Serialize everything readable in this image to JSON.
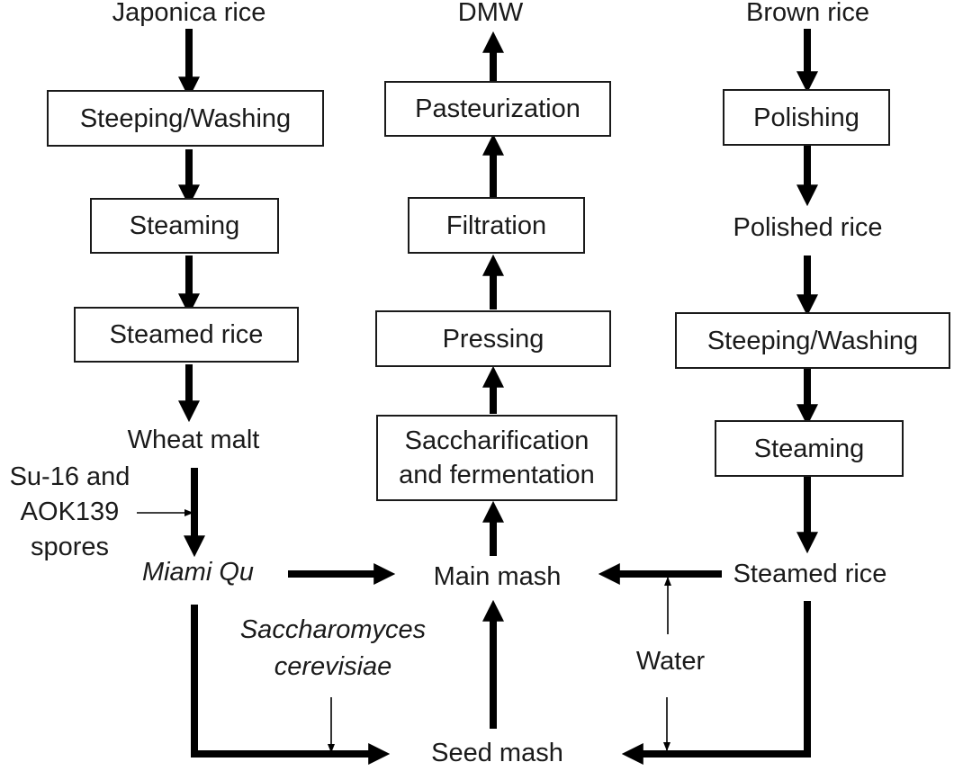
{
  "left_column": {
    "start": "Japonica rice",
    "step1": "Steeping/Washing",
    "step2": "Steaming",
    "step3": "Steamed rice",
    "step4": "Wheat malt",
    "inoculum_line1": "Su-16 and",
    "inoculum_line2": "AOK139",
    "inoculum_line3": "spores",
    "product": "Miami Qu"
  },
  "center_column": {
    "output": "DMW",
    "step_pasteurization": "Pasteurization",
    "step_filtration": "Filtration",
    "step_pressing": "Pressing",
    "step_sacch_line1": "Saccharification",
    "step_sacch_line2": "and fermentation",
    "main_mash": "Main mash",
    "seed_mash": "Seed mash",
    "yeast_line1": "Saccharomyces",
    "yeast_line2": "cerevisiae"
  },
  "right_column": {
    "start": "Brown rice",
    "step1": "Polishing",
    "step2": "Polished rice",
    "step3": "Steeping/Washing",
    "step4": "Steaming",
    "step5": "Steamed rice",
    "water": "Water"
  }
}
